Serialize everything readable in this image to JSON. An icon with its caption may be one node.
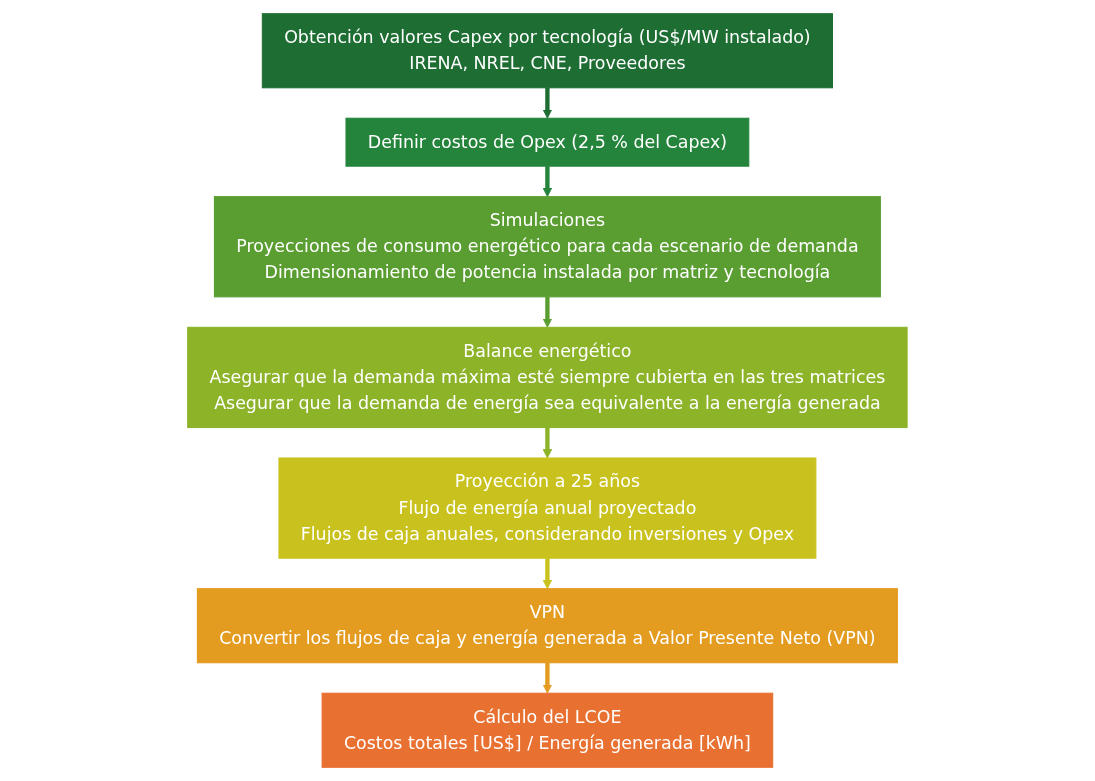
{
  "diagram": {
    "nodes": [
      {
        "text": [
          "Obtención valores Capex por tecnología (US$/MW instalado)",
          "IRENA, NREL, CNE, Proveedores"
        ]
      },
      {
        "text": [
          "Definir costos de Opex (2,5 % del Capex)"
        ]
      },
      {
        "text": [
          "Simulaciones",
          "Proyecciones de consumo energético para cada escenario de demanda",
          "Dimensionamiento de potencia instalada por matriz y tecnología"
        ]
      },
      {
        "text": [
          "Balance energético",
          "Asegurar que la demanda máxima esté siempre cubierta en las tres matrices",
          "Asegurar que la demanda de energía sea equivalente a la energía generada"
        ]
      },
      {
        "text": [
          "Proyección a 25 años",
          "Flujo de energía anual proyectado",
          "Flujos de caja anuales, considerando inversiones y Opex"
        ]
      },
      {
        "text": [
          "VPN",
          "Convertir los flujos de caja y energía generada a Valor Presente Neto (VPN)"
        ]
      },
      {
        "text": [
          "Cálculo del LCOE",
          "Costos totales [US$] / Energía generada [kWh]"
        ]
      }
    ],
    "edges": [
      {
        "from": 0,
        "to": 1,
        "arrow": "to",
        "color": "#1e6e34"
      },
      {
        "from": 1,
        "to": 2,
        "arrow": "to",
        "color": "#24843b"
      },
      {
        "from": 2,
        "to": 3,
        "arrow": "to",
        "color": "#5a9e32"
      },
      {
        "from": 3,
        "to": 4,
        "arrow": "to",
        "color": "#8db329"
      },
      {
        "from": 4,
        "to": 5,
        "arrow": "to",
        "color": "#c9c21e"
      },
      {
        "from": 5,
        "to": 6,
        "arrow": "to",
        "color": "#e39b20"
      }
    ]
  }
}
